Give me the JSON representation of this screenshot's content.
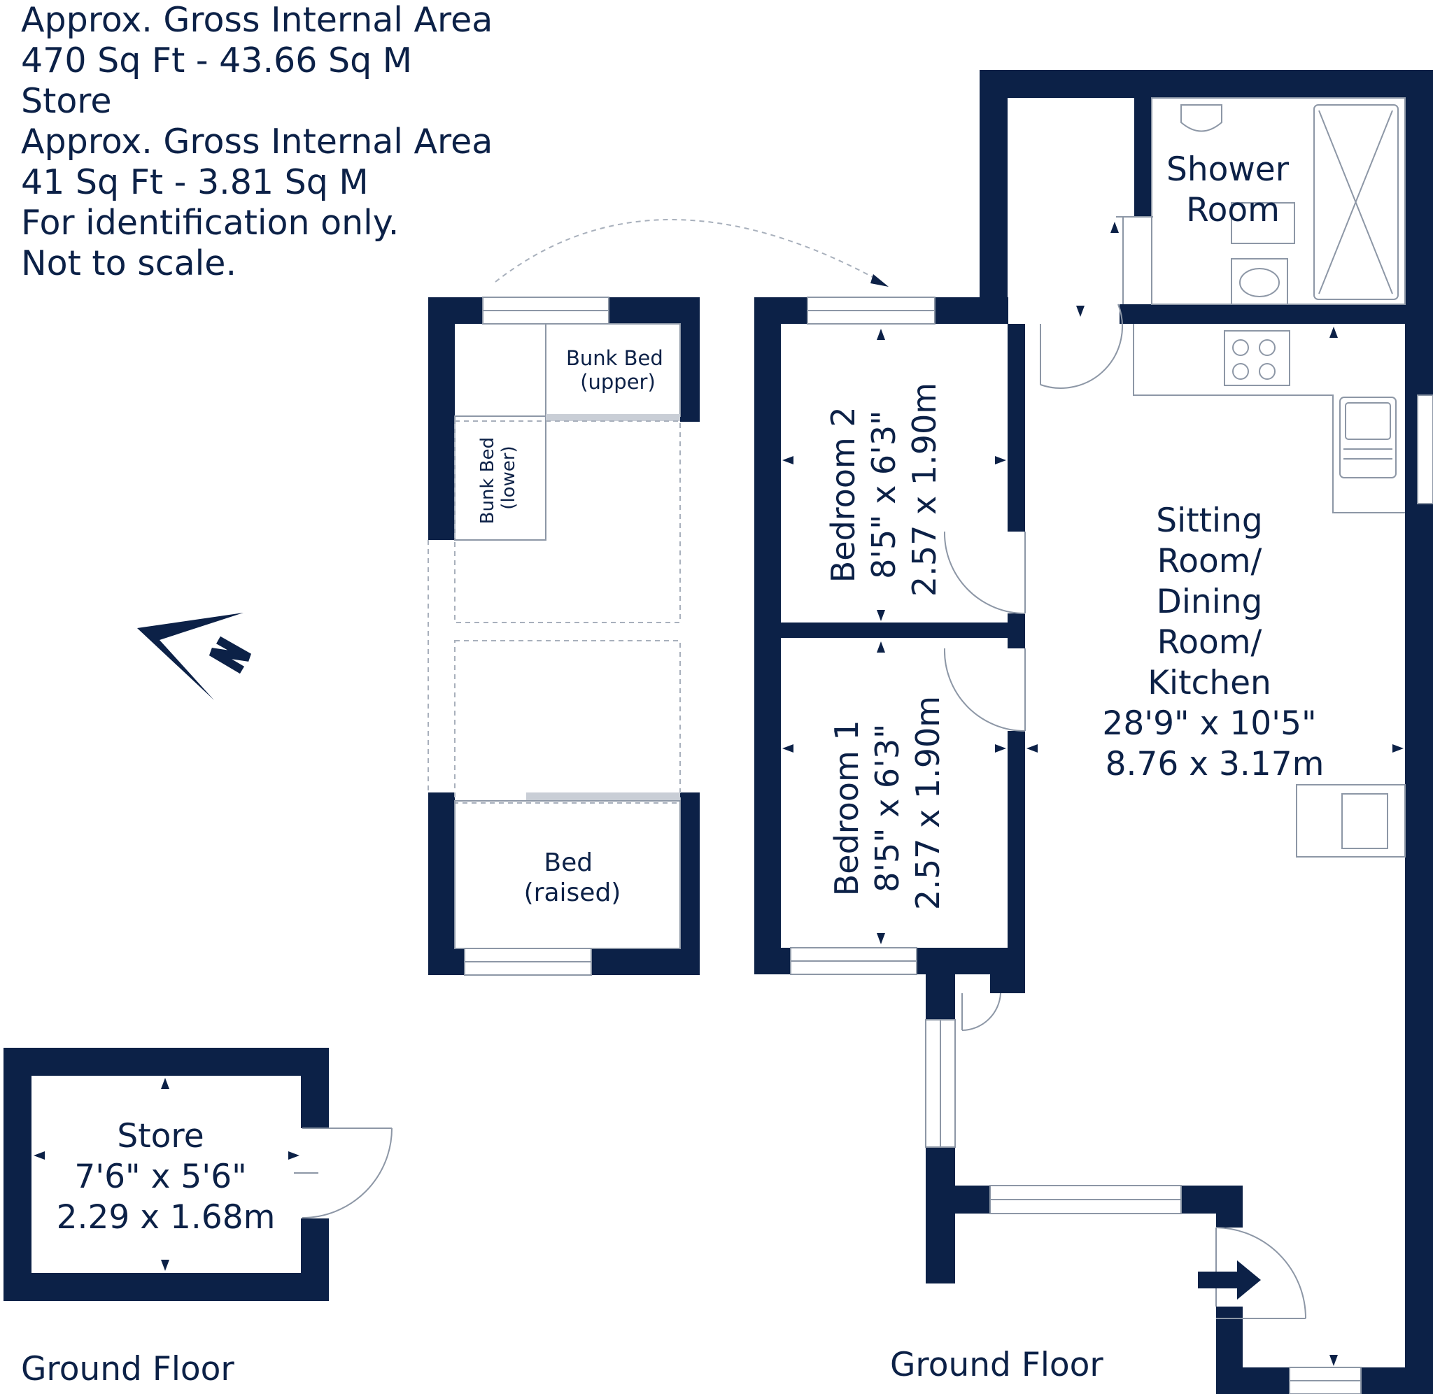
{
  "header": {
    "lines": [
      "Approx. Gross Internal Area",
      "470 Sq Ft  -  43.66 Sq M",
      "Store",
      "Approx. Gross Internal Area",
      "41 Sq Ft  -  3.81 Sq M",
      "For identification only.",
      "Not to scale."
    ]
  },
  "rooms": {
    "shower_room": [
      "Shower",
      "Room"
    ],
    "sitting_room": [
      "Sitting",
      "Room/",
      "Dining",
      "Room/",
      "Kitchen",
      "28'9\" x 10'5\"",
      "8.76 x 3.17m"
    ],
    "bedroom2": [
      "Bedroom 2",
      "8'5\" x 6'3\"",
      "2.57 x 1.90m"
    ],
    "bedroom1": [
      "Bedroom 1",
      "8'5\" x 6'3\"",
      "2.57 x 1.90m"
    ],
    "store": [
      "Store",
      "7'6\" x 5'6\"",
      "2.29 x 1.68m"
    ]
  },
  "furniture": {
    "bunk_upper": [
      "Bunk Bed",
      "(upper)"
    ],
    "bunk_lower": [
      "Bunk Bed",
      "(lower)"
    ],
    "bed_raised": [
      "Bed",
      "(raised)"
    ]
  },
  "floor_labels": {
    "store": "Ground Floor",
    "main": "Ground Floor"
  },
  "icons": {
    "compass": "north-arrow-icon",
    "entrance": "entrance-arrow-icon"
  },
  "colors": {
    "wall": "#0c2147",
    "fixture": "#8d97a6"
  }
}
